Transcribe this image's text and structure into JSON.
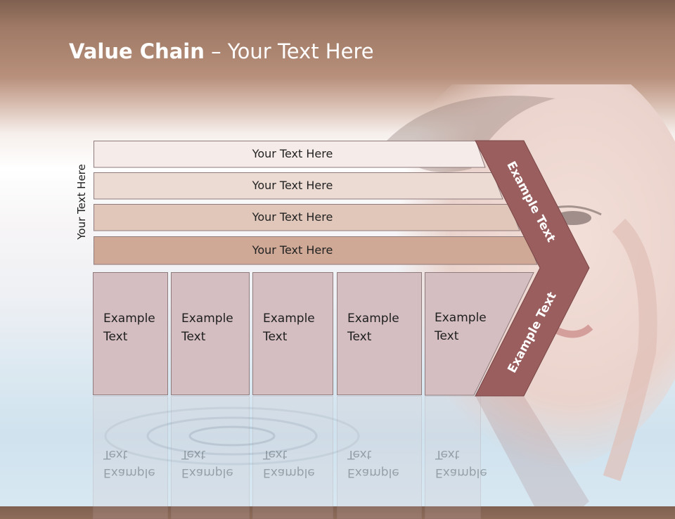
{
  "slide": {
    "title_bold": "Value Chain",
    "title_rest": " – Your Text Here",
    "side_label": "Your Text Here"
  },
  "bars": [
    {
      "label": "Your Text Here",
      "color": "#f5ebe8"
    },
    {
      "label": "Your Text Here",
      "color": "#ecdbd3"
    },
    {
      "label": "Your Text Here",
      "color": "#e0c7ba"
    },
    {
      "label": "Your Text Here",
      "color": "#cfa896"
    }
  ],
  "columns": [
    {
      "text": "Example\nText"
    },
    {
      "text": "Example\nText"
    },
    {
      "text": "Example\nText"
    },
    {
      "text": "Example\nText"
    },
    {
      "text": "Example\nText"
    }
  ],
  "chevron": {
    "upper_text": "Example Text",
    "lower_text": "Example Text",
    "color": "#9a5e5e"
  }
}
